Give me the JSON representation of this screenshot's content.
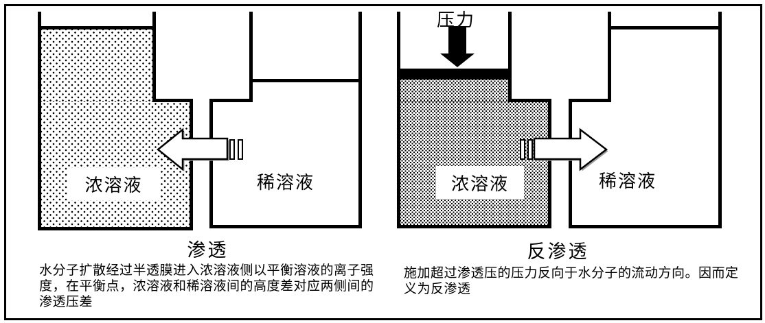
{
  "left_panel": {
    "title": "渗透",
    "concentrated_label": "浓溶液",
    "dilute_label": "稀溶液",
    "caption_lines": [
      "水分子扩散经过半透膜进入浓溶液侧以平衡溶液的离子强",
      "度，在平衡点，浓溶液和稀溶液间的高度差对应两侧间的",
      "渗透压差"
    ]
  },
  "right_panel": {
    "title": "反渗透",
    "pressure_label": "压力",
    "concentrated_label": "浓溶液",
    "dilute_label": "稀溶液",
    "caption_lines": [
      "施加超过渗透压的压力反向于水分子的流动方向。因而定",
      "义为反渗透"
    ]
  },
  "icons": {
    "left_flow_arrow": "flow-arrow-left-icon",
    "right_flow_arrow": "flow-arrow-right-icon",
    "pressure_arrow": "pressure-down-arrow-icon",
    "membrane": "semipermeable-membrane-icon"
  },
  "colors": {
    "line": "#000000",
    "background": "#ffffff",
    "arrow_fill": "#ffffff",
    "arrow_shadow": "#9a9a9a"
  }
}
